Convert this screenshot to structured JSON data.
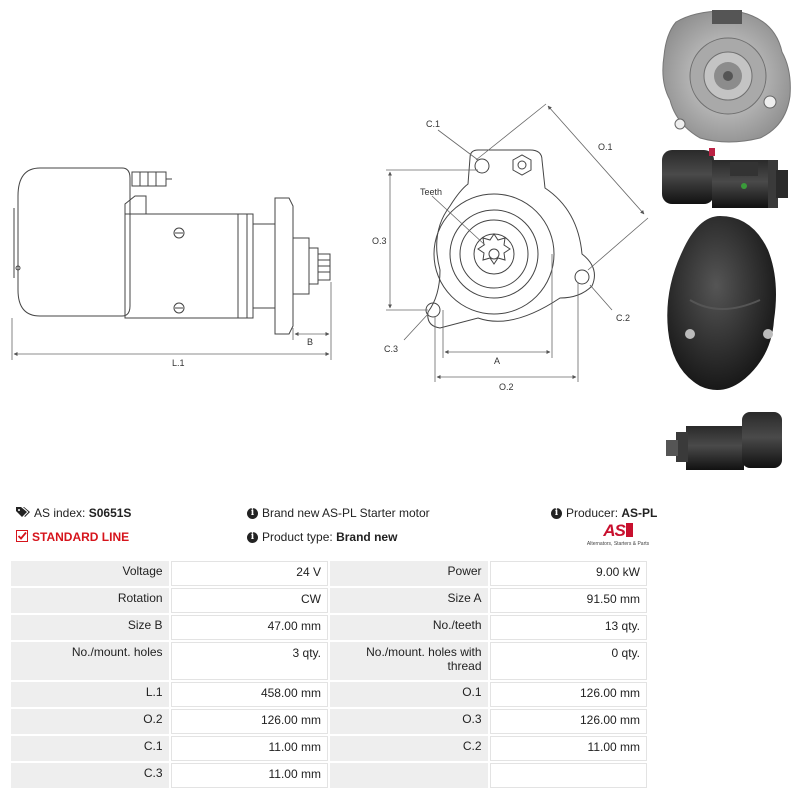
{
  "diagram": {
    "labels": {
      "l1": "L.1",
      "b": "B",
      "o1": "O.1",
      "o2": "O.2",
      "o3": "O.3",
      "a": "A",
      "c1": "C.1",
      "c2": "C.2",
      "c3": "C.3",
      "teeth": "Teeth"
    }
  },
  "header": {
    "as_index_label": "AS index:",
    "as_index_value": "S0651S",
    "standard_line": "STANDARD LINE",
    "description": "Brand new AS-PL Starter motor",
    "product_type_label": "Product type:",
    "product_type_value": "Brand new",
    "producer_label": "Producer:",
    "producer_value": "AS-PL"
  },
  "logo": {
    "mark": "AS",
    "tagline": "Alternators, Starters & Parts"
  },
  "specs": [
    [
      {
        "k": "Voltage",
        "v": "24 V"
      },
      {
        "k": "Power",
        "v": "9.00 kW"
      }
    ],
    [
      {
        "k": "Rotation",
        "v": "CW"
      },
      {
        "k": "Size A",
        "v": "91.50 mm"
      }
    ],
    [
      {
        "k": "Size B",
        "v": "47.00 mm"
      },
      {
        "k": "No./teeth",
        "v": "13 qty."
      }
    ],
    [
      {
        "k": "No./mount. holes",
        "v": "3 qty."
      },
      {
        "k": "No./mount. holes with thread",
        "v": "0 qty."
      }
    ],
    [
      {
        "k": "L.1",
        "v": "458.00 mm"
      },
      {
        "k": "O.1",
        "v": "126.00 mm"
      }
    ],
    [
      {
        "k": "O.2",
        "v": "126.00 mm"
      },
      {
        "k": "O.3",
        "v": "126.00 mm"
      }
    ],
    [
      {
        "k": "C.1",
        "v": "11.00 mm"
      },
      {
        "k": "C.2",
        "v": "11.00 mm"
      }
    ],
    [
      {
        "k": "C.3",
        "v": "11.00 mm"
      },
      {
        "k": "",
        "v": ""
      }
    ]
  ]
}
